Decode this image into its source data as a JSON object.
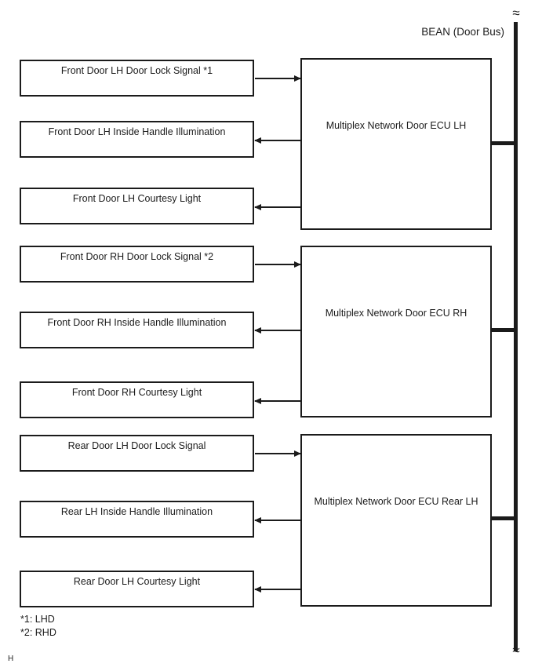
{
  "diagram": {
    "bus": {
      "label": "BEAN (Door Bus)",
      "break_symbol": "≈"
    },
    "ecus": [
      {
        "label": "Multiplex Network Door ECU LH"
      },
      {
        "label": "Multiplex Network Door ECU RH"
      },
      {
        "label": "Multiplex Network Door ECU Rear LH"
      }
    ],
    "signals": [
      {
        "label": "Front Door LH Door Lock Signal *1",
        "direction": "to-ecu"
      },
      {
        "label": "Front Door LH Inside Handle Illumination",
        "direction": "from-ecu"
      },
      {
        "label": "Front Door LH Courtesy Light",
        "direction": "from-ecu"
      },
      {
        "label": "Front Door RH Door Lock Signal *2",
        "direction": "to-ecu"
      },
      {
        "label": "Front Door RH Inside Handle Illumination",
        "direction": "from-ecu"
      },
      {
        "label": "Front Door RH Courtesy Light",
        "direction": "from-ecu"
      },
      {
        "label": "Rear Door LH Door Lock Signal",
        "direction": "to-ecu"
      },
      {
        "label": "Rear LH Inside Handle Illumination",
        "direction": "from-ecu"
      },
      {
        "label": "Rear Door LH Courtesy Light",
        "direction": "from-ecu"
      }
    ],
    "footnotes": [
      "*1: LHD",
      "*2: RHD"
    ],
    "page_marker": "H",
    "colors": {
      "line": "#1b1b1b",
      "background": "#ffffff"
    }
  }
}
